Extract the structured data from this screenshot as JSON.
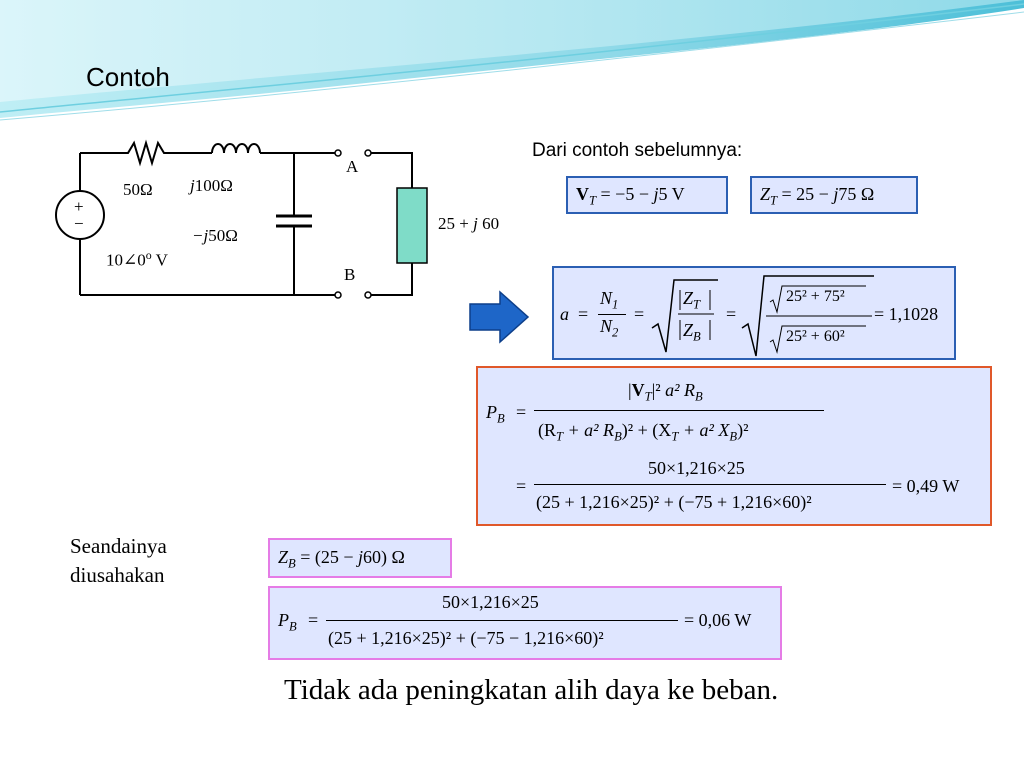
{
  "slide_title": "Contoh",
  "circuit": {
    "r_label": "50Ω",
    "l_label_j": "j",
    "l_label_val": "100Ω",
    "c_label_minus_j": "−j",
    "c_label_val": "50Ω",
    "source_plus": "+",
    "source_minus": "−",
    "source_value": "10∠0",
    "source_deg": "o",
    "source_unit": "V",
    "node_a": "A",
    "node_b": "B",
    "load_re": "25 +",
    "load_j": "j",
    "load_im": "60"
  },
  "previous_example_label": "Dari contoh sebelumnya:",
  "vt_box": {
    "symbol": "V",
    "sub": "T",
    "eq": "= −5 −",
    "j": "j",
    "rest": "5  V"
  },
  "zt_box": {
    "symbol": "Z",
    "sub": "T",
    "eq": "= 25 −",
    "j": "j",
    "rest": "75  Ω"
  },
  "turns_ratio": {
    "a": "a",
    "eq1": "=",
    "n1": "N",
    "n1_sub": "1",
    "n2": "N",
    "n2_sub": "2",
    "zt": "Z",
    "zt_sub": "T",
    "zb": "Z",
    "zb_sub": "B",
    "num_inner": "25² + 75²",
    "den_inner": "25² + 60²",
    "result": "= 1,1028"
  },
  "power_formula": {
    "pb": "P",
    "pb_sub": "B",
    "num_v": "V",
    "num_v_sub": "T",
    "num_rest": "a² R",
    "num_rest_sub": "B",
    "den": "(R",
    "den_rt_sub": "T",
    "den_mid": "+ a² R",
    "den_rb_sub": "B",
    "den_close": ")² + (X",
    "den_xt_sub": "T",
    "den_mid2": "+ a² X",
    "den_xb_sub": "B",
    "den_end": ")²",
    "num2": "50×1,216×25",
    "den2": "(25 + 1,216×25)² + (−75 + 1,216×60)²",
    "result2": "= 0,49  W"
  },
  "suppose_label_line1": "Seandainya",
  "suppose_label_line2": "diusahakan",
  "zb_box": {
    "symbol": "Z",
    "sub": "B",
    "eq": "= (25 −",
    "j": "j",
    "rest": "60) Ω"
  },
  "pb_box": {
    "symbol": "P",
    "sub": "B",
    "num": "50×1,216×25",
    "den": "(25 + 1,216×25)² + (−75 − 1,216×60)²",
    "result": "= 0,06  W"
  },
  "conclusion": "Tidak ada peningkatan alih daya ke beban.",
  "colors": {
    "header_wave_1": "#a8e3ee",
    "header_wave_2": "#5fc7dc",
    "box_fill": "#dfe6ff",
    "blue_border": "#2b5fb3",
    "orange_border": "#e0582a",
    "pink_border": "#e57ce6",
    "load_fill": "#7fdcc8",
    "arrow_fill": "#1e66c8"
  }
}
